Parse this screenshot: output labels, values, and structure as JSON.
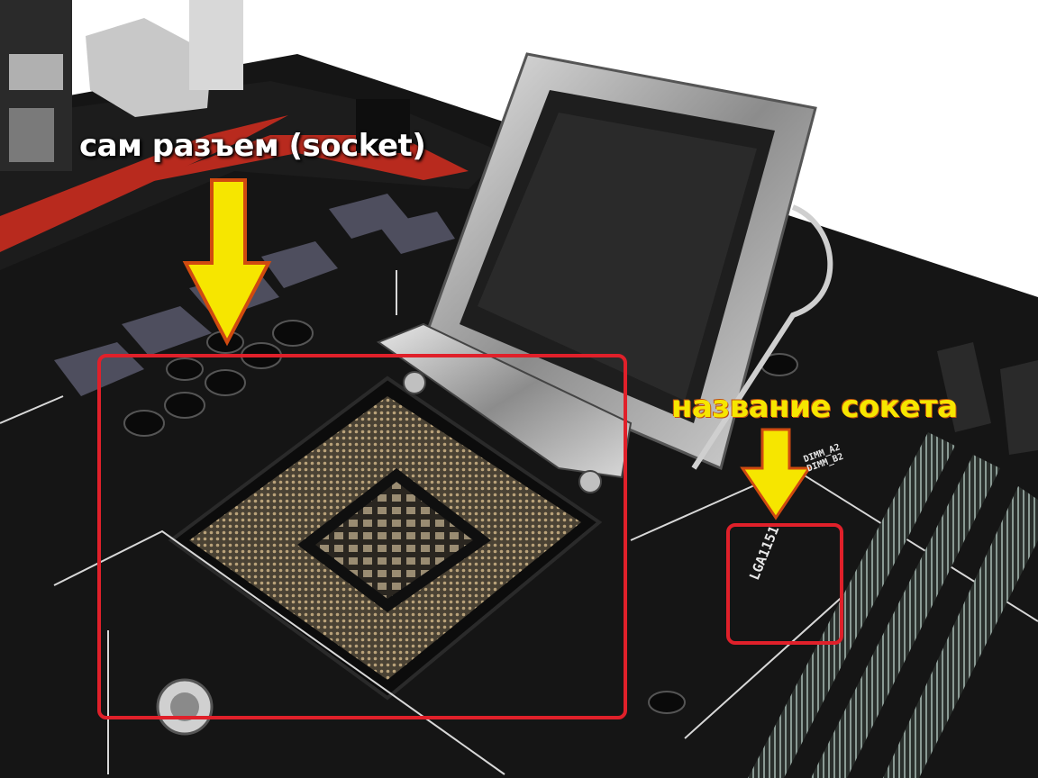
{
  "annotations": {
    "socket_label": "сам разъем (socket)",
    "socket_name_label": "название сокета"
  },
  "board_markings": {
    "socket_model": "LGA1151",
    "dimm_slots": [
      "DIMM_A2",
      "DIMM_B2"
    ]
  },
  "colors": {
    "socket_label_text": "#ffffff",
    "socket_name_text": "#f6e600",
    "arrow_fill": "#f6e600",
    "arrow_stroke": "#d04a10",
    "highlight_box": "#e0202a",
    "pcb": "#141414",
    "heatsink_red": "#b82a1e"
  }
}
